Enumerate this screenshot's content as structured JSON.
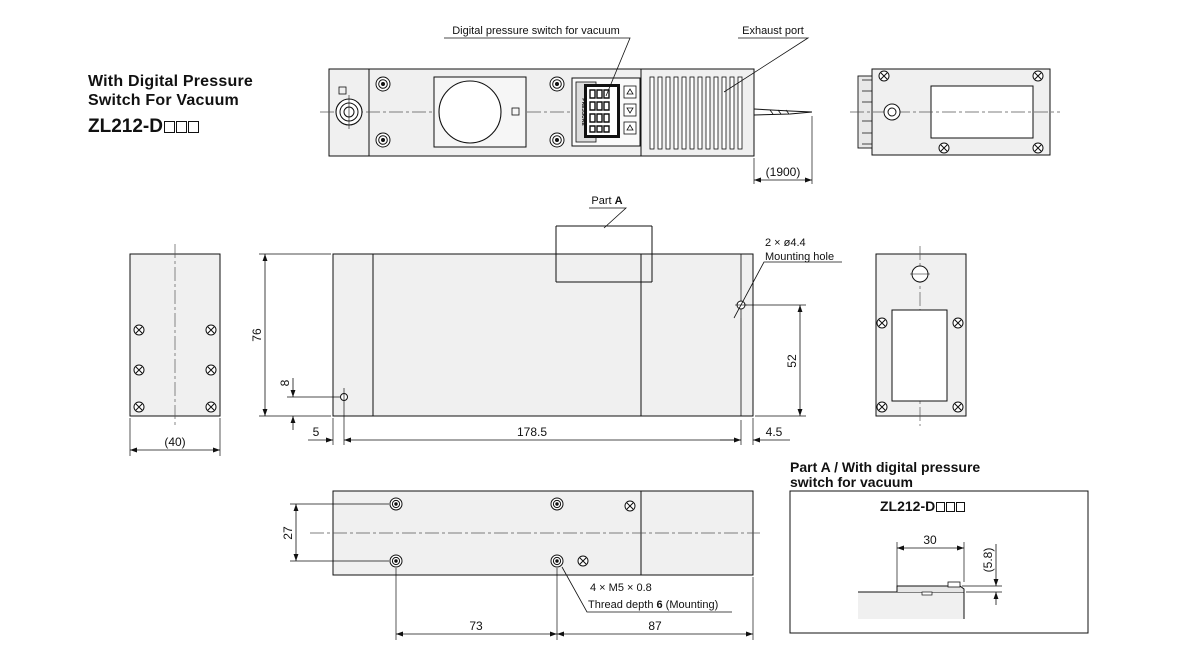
{
  "title": {
    "line1": "With Digital Pressure",
    "line2": "Switch For Vacuum",
    "model_prefix": "ZL212-D"
  },
  "callouts": {
    "digital_switch": "Digital pressure switch for vacuum",
    "exhaust_port": "Exhaust port",
    "part_a": "Part ",
    "part_a_bold": "A",
    "hole_count": "2 × ø4.4",
    "hole_label": "Mounting hole",
    "thread_spec": "4 × M5 × 0.8",
    "thread_depth_prefix": "Thread depth ",
    "thread_depth_value": "6",
    "thread_depth_suffix": " (Mounting)"
  },
  "dimensions": {
    "cable": "(1900)",
    "height": "76",
    "offset_8": "8",
    "offset_5": "5",
    "length": "178.5",
    "edge": "4.5",
    "hole_height": "52",
    "side_width": "(40)",
    "bottom_27": "27",
    "bottom_73": "73",
    "bottom_87": "87",
    "detail_30": "30",
    "detail_58": "(5.8)"
  },
  "detail": {
    "title_line1": "Part A / With digital pressure",
    "title_line2": "switch for vacuum",
    "model_prefix": "ZL212-D"
  },
  "switch_label": "PRESSURE"
}
